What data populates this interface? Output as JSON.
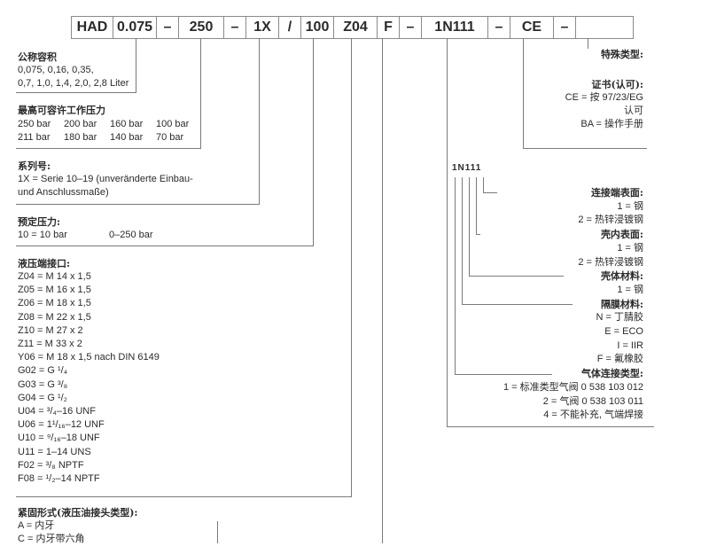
{
  "code": {
    "cells": [
      "HAD",
      "0.075",
      "–",
      "250",
      "–",
      "1X",
      "/",
      "100",
      "Z04",
      "F",
      "–",
      "1N111",
      "–",
      "CE",
      "–",
      ""
    ]
  },
  "left": {
    "volume": {
      "title": "公称容积",
      "line1": "0,075, 0,16, 0,35,",
      "line2": "0,7, 1,0, 1,4, 2,0, 2,8 Liter"
    },
    "pressure": {
      "title": "最高可容许工作压力",
      "row1": [
        "250 bar",
        "200 bar",
        "160 bar",
        "100 bar"
      ],
      "row2": [
        "211 bar",
        "180 bar",
        "140 bar",
        "70 bar"
      ]
    },
    "series": {
      "title": "系列号:",
      "line1": "1X = Serie 10–19 (unveränderte Einbau-",
      "line2": "und Anschlussmaße)"
    },
    "precharge": {
      "title": "预定压力:",
      "value": "10 = 10 bar",
      "range": "0–250 bar"
    },
    "ports": {
      "title": "液压端接口:",
      "items": [
        "Z04 = M 14 x 1,5",
        "Z05 = M 16 x 1,5",
        "Z06 = M 18 x 1,5",
        "Z08 = M 22 x 1,5",
        "Z10 = M 27 x 2",
        "Z11 = M 33 x 2",
        "Y06 = M 18 x 1,5 nach DIN 6149",
        "G02 = G ¹/₄",
        "G03 = G ³/₈",
        "G04 = G ¹/₂",
        "U04 = ³/₄–16 UNF",
        "U06 = 1¹/₁₆–12 UNF",
        "U10 = ⁹/₁₆–18 UNF",
        "U11 = 1–14 UNS",
        "F02 = ³/₈ NPTF",
        "F08 = ¹/₂–14 NPTF"
      ]
    },
    "fastening": {
      "title": "紧固形式(液压油接头类型):",
      "items": [
        "A    = 内牙",
        "C    = 内牙带六角"
      ]
    }
  },
  "right": {
    "special": {
      "title": "特殊类型:"
    },
    "cert": {
      "title": "证书(认可):",
      "line1": "CE = 按 97/23/EG",
      "line2": "认可",
      "line3": "BA = 操作手册"
    },
    "code_label": "1N111",
    "conn_surface": {
      "title": "连接端表面:",
      "items": [
        "1 = 钢",
        "2 = 热锌浸镀钢"
      ]
    },
    "shell_inner": {
      "title": "壳内表面:",
      "items": [
        "1 = 钢",
        "2 = 热锌浸镀钢"
      ]
    },
    "shell_material": {
      "title": "壳体材料:",
      "items": [
        "1 = 钢"
      ]
    },
    "bladder": {
      "title": "隔膜材料:",
      "items": [
        "N = 丁腈胶",
        "E = ECO",
        "I = IIR",
        "F = 氟橡胶"
      ]
    },
    "gas": {
      "title": "气体连接类型:",
      "items": [
        "1 = 标准类型气阀 0 538 103 012",
        "2 = 气阀 0 538 103 011",
        "4 = 不能补充, 气端焊接"
      ]
    }
  }
}
